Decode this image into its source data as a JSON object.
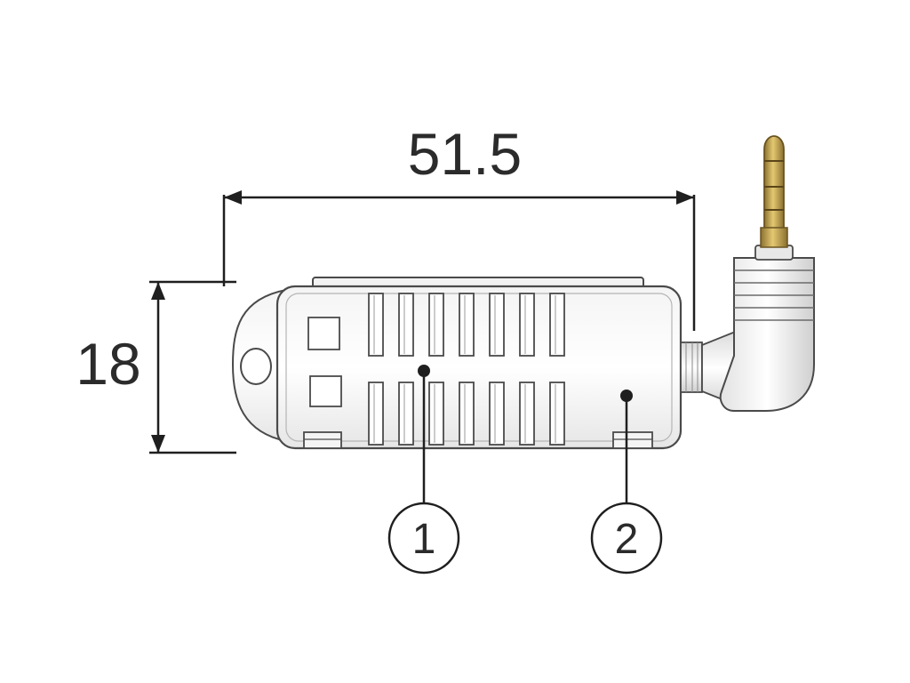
{
  "dimensions": {
    "length": "51.5",
    "height": "18"
  },
  "callouts": [
    {
      "label": "1"
    },
    {
      "label": "2"
    }
  ],
  "colors": {
    "line": "#1f1f1f",
    "body_fill": "#ffffff",
    "body_stroke": "#4a4a4a",
    "plug_gold": "#c9a84a",
    "plug_gold_dark": "#8a7030"
  }
}
